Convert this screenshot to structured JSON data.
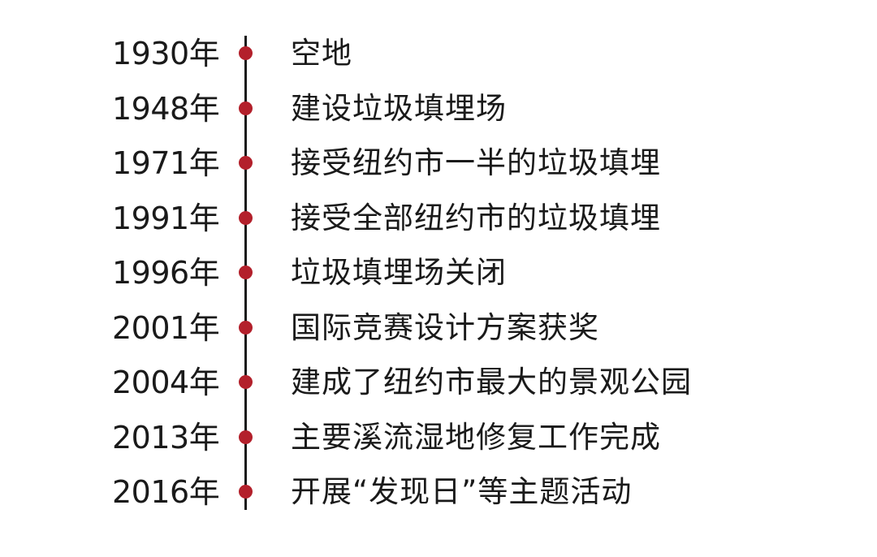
{
  "accent_color": "#b3202b",
  "timeline": [
    {
      "year": "1930年",
      "event": "空地"
    },
    {
      "year": "1948年",
      "event": "建设垃圾填埋场"
    },
    {
      "year": "1971年",
      "event": "接受纽约市一半的垃圾填埋"
    },
    {
      "year": "1991年",
      "event": "接受全部纽约市的垃圾填埋"
    },
    {
      "year": "1996年",
      "event": "垃圾填埋场关闭"
    },
    {
      "year": "2001年",
      "event": "国际竞赛设计方案获奖"
    },
    {
      "year": "2004年",
      "event": "建成了纽约市最大的景观公园"
    },
    {
      "year": "2013年",
      "event": "主要溪流湿地修复工作完成"
    },
    {
      "year": "2016年",
      "event": "开展“发现日”等主题活动"
    }
  ]
}
